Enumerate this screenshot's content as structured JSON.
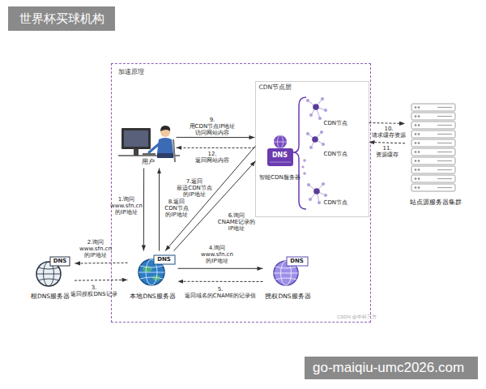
{
  "diagram": {
    "nodes": [
      {
        "text": [
          "加速原理"
        ]
      },
      {
        "text": [
          "CDN节点层"
        ],
        "in": 0
      },
      {
        "text": [
          "DNS",
          "智能CDN服务器"
        ],
        "in": 1
      },
      {
        "text": [
          "CDN节点"
        ],
        "in": 1
      },
      {
        "text": [
          "CDN节点"
        ],
        "in": 1
      },
      {
        "text": [
          "CDN节点"
        ],
        "in": 1
      },
      {
        "text": [
          "用户"
        ],
        "in": 0
      },
      {
        "text": [
          "站点源服务器集群"
        ]
      },
      {
        "text": [
          "DNS",
          "根DNS服务器"
        ]
      },
      {
        "text": [
          "DNS",
          "本地DNS服务器"
        ],
        "in": 0
      },
      {
        "text": [
          "DNS",
          "授权DNS服务器"
        ],
        "in": 0
      }
    ],
    "edges": [
      {
        "from": 6,
        "to": 9,
        "label": "1.询问 www.sfn.cn 的IP地址",
        "arrow": "to"
      },
      {
        "from": 9,
        "to": 8,
        "label": "2.询问 www.sfn.cn 的IP地址",
        "arrow": "to"
      },
      {
        "from": 8,
        "to": 9,
        "label": "3.返回授权DNS记录",
        "arrow": "to"
      },
      {
        "from": 9,
        "to": 10,
        "label": "4.询问 www.sfn.cn 的IP地址",
        "arrow": "to"
      },
      {
        "from": 10,
        "to": 9,
        "label": "5.返回域名的CNAME的记录值",
        "arrow": "to"
      },
      {
        "from": 9,
        "to": 2,
        "label": "6.询问 CNAME记录的 IP地址",
        "arrow": "to"
      },
      {
        "from": 2,
        "to": 9,
        "label": "7.返回 最适CDN节点 的IP地址",
        "arrow": "to"
      },
      {
        "from": 9,
        "to": 6,
        "label": "8.返回 CDN节点 的IP地址",
        "arrow": "to"
      },
      {
        "from": 6,
        "to": 1,
        "label": "9.用CDN节点IP地址 访问网站内容",
        "arrow": "to"
      },
      {
        "from": 1,
        "to": 7,
        "label": "10.请求缓存资源",
        "arrow": "to"
      },
      {
        "from": 7,
        "to": 1,
        "label": "11.资源缓存",
        "arrow": "to"
      },
      {
        "from": 1,
        "to": 6,
        "label": "12.返回网站内容",
        "arrow": "to"
      }
    ],
    "labels": [
      "世界杯买球机构",
      "go-maiqiu-umc2026.com",
      "CSDN @中科三方"
    ]
  }
}
